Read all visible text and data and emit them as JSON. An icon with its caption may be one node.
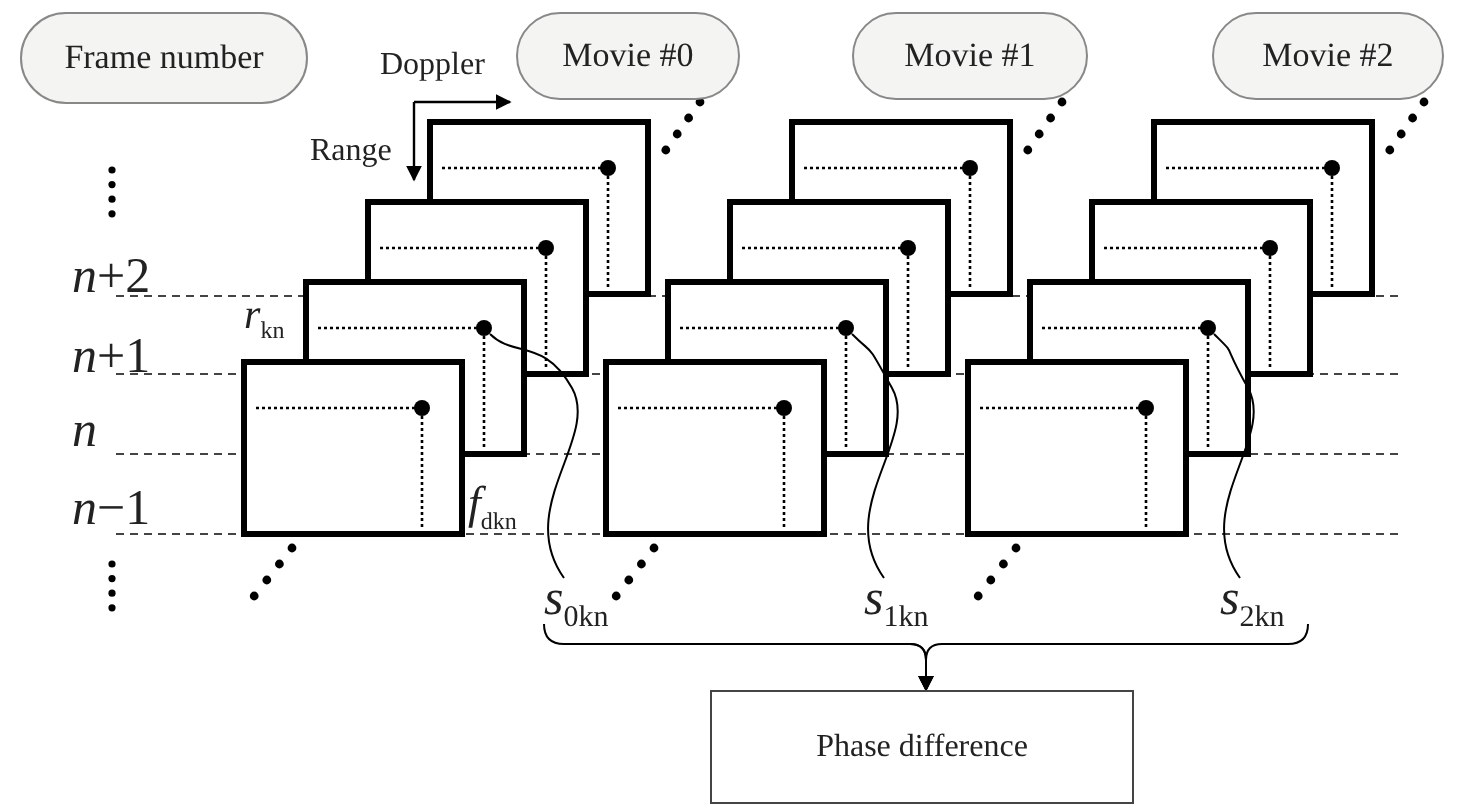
{
  "diagram": {
    "nodes": [
      {
        "text": [
          "Frame number"
        ]
      },
      {
        "text": [
          "Movie #0"
        ]
      },
      {
        "text": [
          "Movie #1"
        ]
      },
      {
        "text": [
          "Movie #2"
        ]
      },
      {
        "text": [
          "*s*$_{0kn}$"
        ]
      },
      {
        "text": [
          "*s*$_{1kn}$"
        ]
      },
      {
        "text": [
          "*s*$_{2kn}$"
        ]
      },
      {
        "text": [
          "Phase difference"
        ]
      },
      {
        "text": [],
        "shape": "circle"
      },
      {
        "text": [],
        "shape": "circle"
      },
      {
        "text": [],
        "shape": "circle"
      }
    ],
    "edges": [
      {
        "from": 4,
        "to": 8,
        "arrow": "none"
      },
      {
        "from": 5,
        "to": 9,
        "arrow": "none"
      },
      {
        "from": 6,
        "to": 10,
        "arrow": "none"
      },
      {
        "from": 4,
        "to": 7,
        "arrow": "to"
      },
      {
        "from": 5,
        "to": 7,
        "arrow": "to"
      },
      {
        "from": 6,
        "to": 7,
        "arrow": "to"
      }
    ],
    "labels": [
      "Doppler",
      "Range",
      "*n*+2",
      "*r*$_{kn}$",
      "*n*+1",
      "n",
      "*f*$_{dkn}$",
      "*n*−1"
    ]
  }
}
